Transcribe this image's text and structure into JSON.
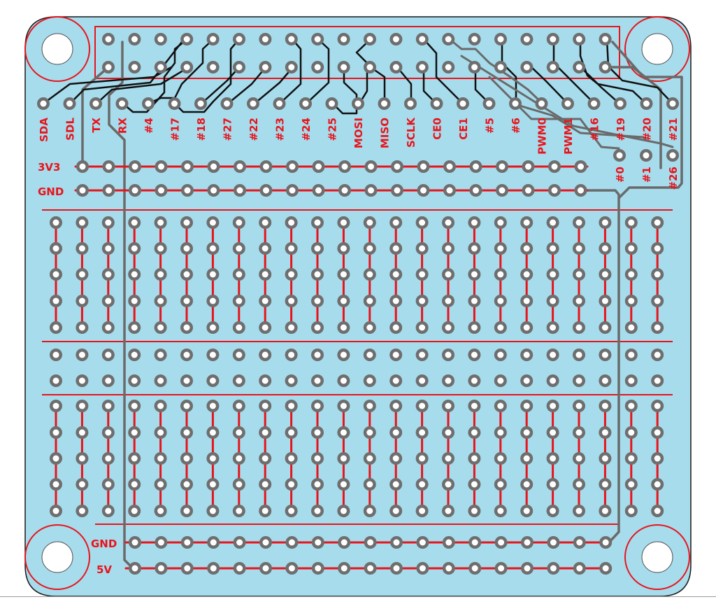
{
  "colors": {
    "board": "#a7dcec",
    "outline": "#1a1a1a",
    "copper": "#e8141b",
    "trace": "#6a6a6a",
    "trace_top": "#111111",
    "pad_ring": "#6e6e6e",
    "pad_hole": "#ffffff"
  },
  "gpio_labels": [
    "SDA",
    "SDL",
    "TX",
    "RX",
    "#4",
    "#17",
    "#18",
    "#27",
    "#22",
    "#23",
    "#24",
    "#25",
    "MOSI",
    "MISO",
    "SCLK",
    "CE0",
    "CE1",
    "#5",
    "#6",
    "PWM0",
    "PWM1",
    "#16",
    "#19",
    "#20",
    "#21"
  ],
  "extra_labels": [
    "#0",
    "#1",
    "#26"
  ],
  "rail_labels": {
    "top_power": "3V3",
    "top_ground": "GND",
    "bottom_ground": "GND",
    "bottom_power": "5V"
  },
  "mounting_holes": 4,
  "header_pins": 40
}
